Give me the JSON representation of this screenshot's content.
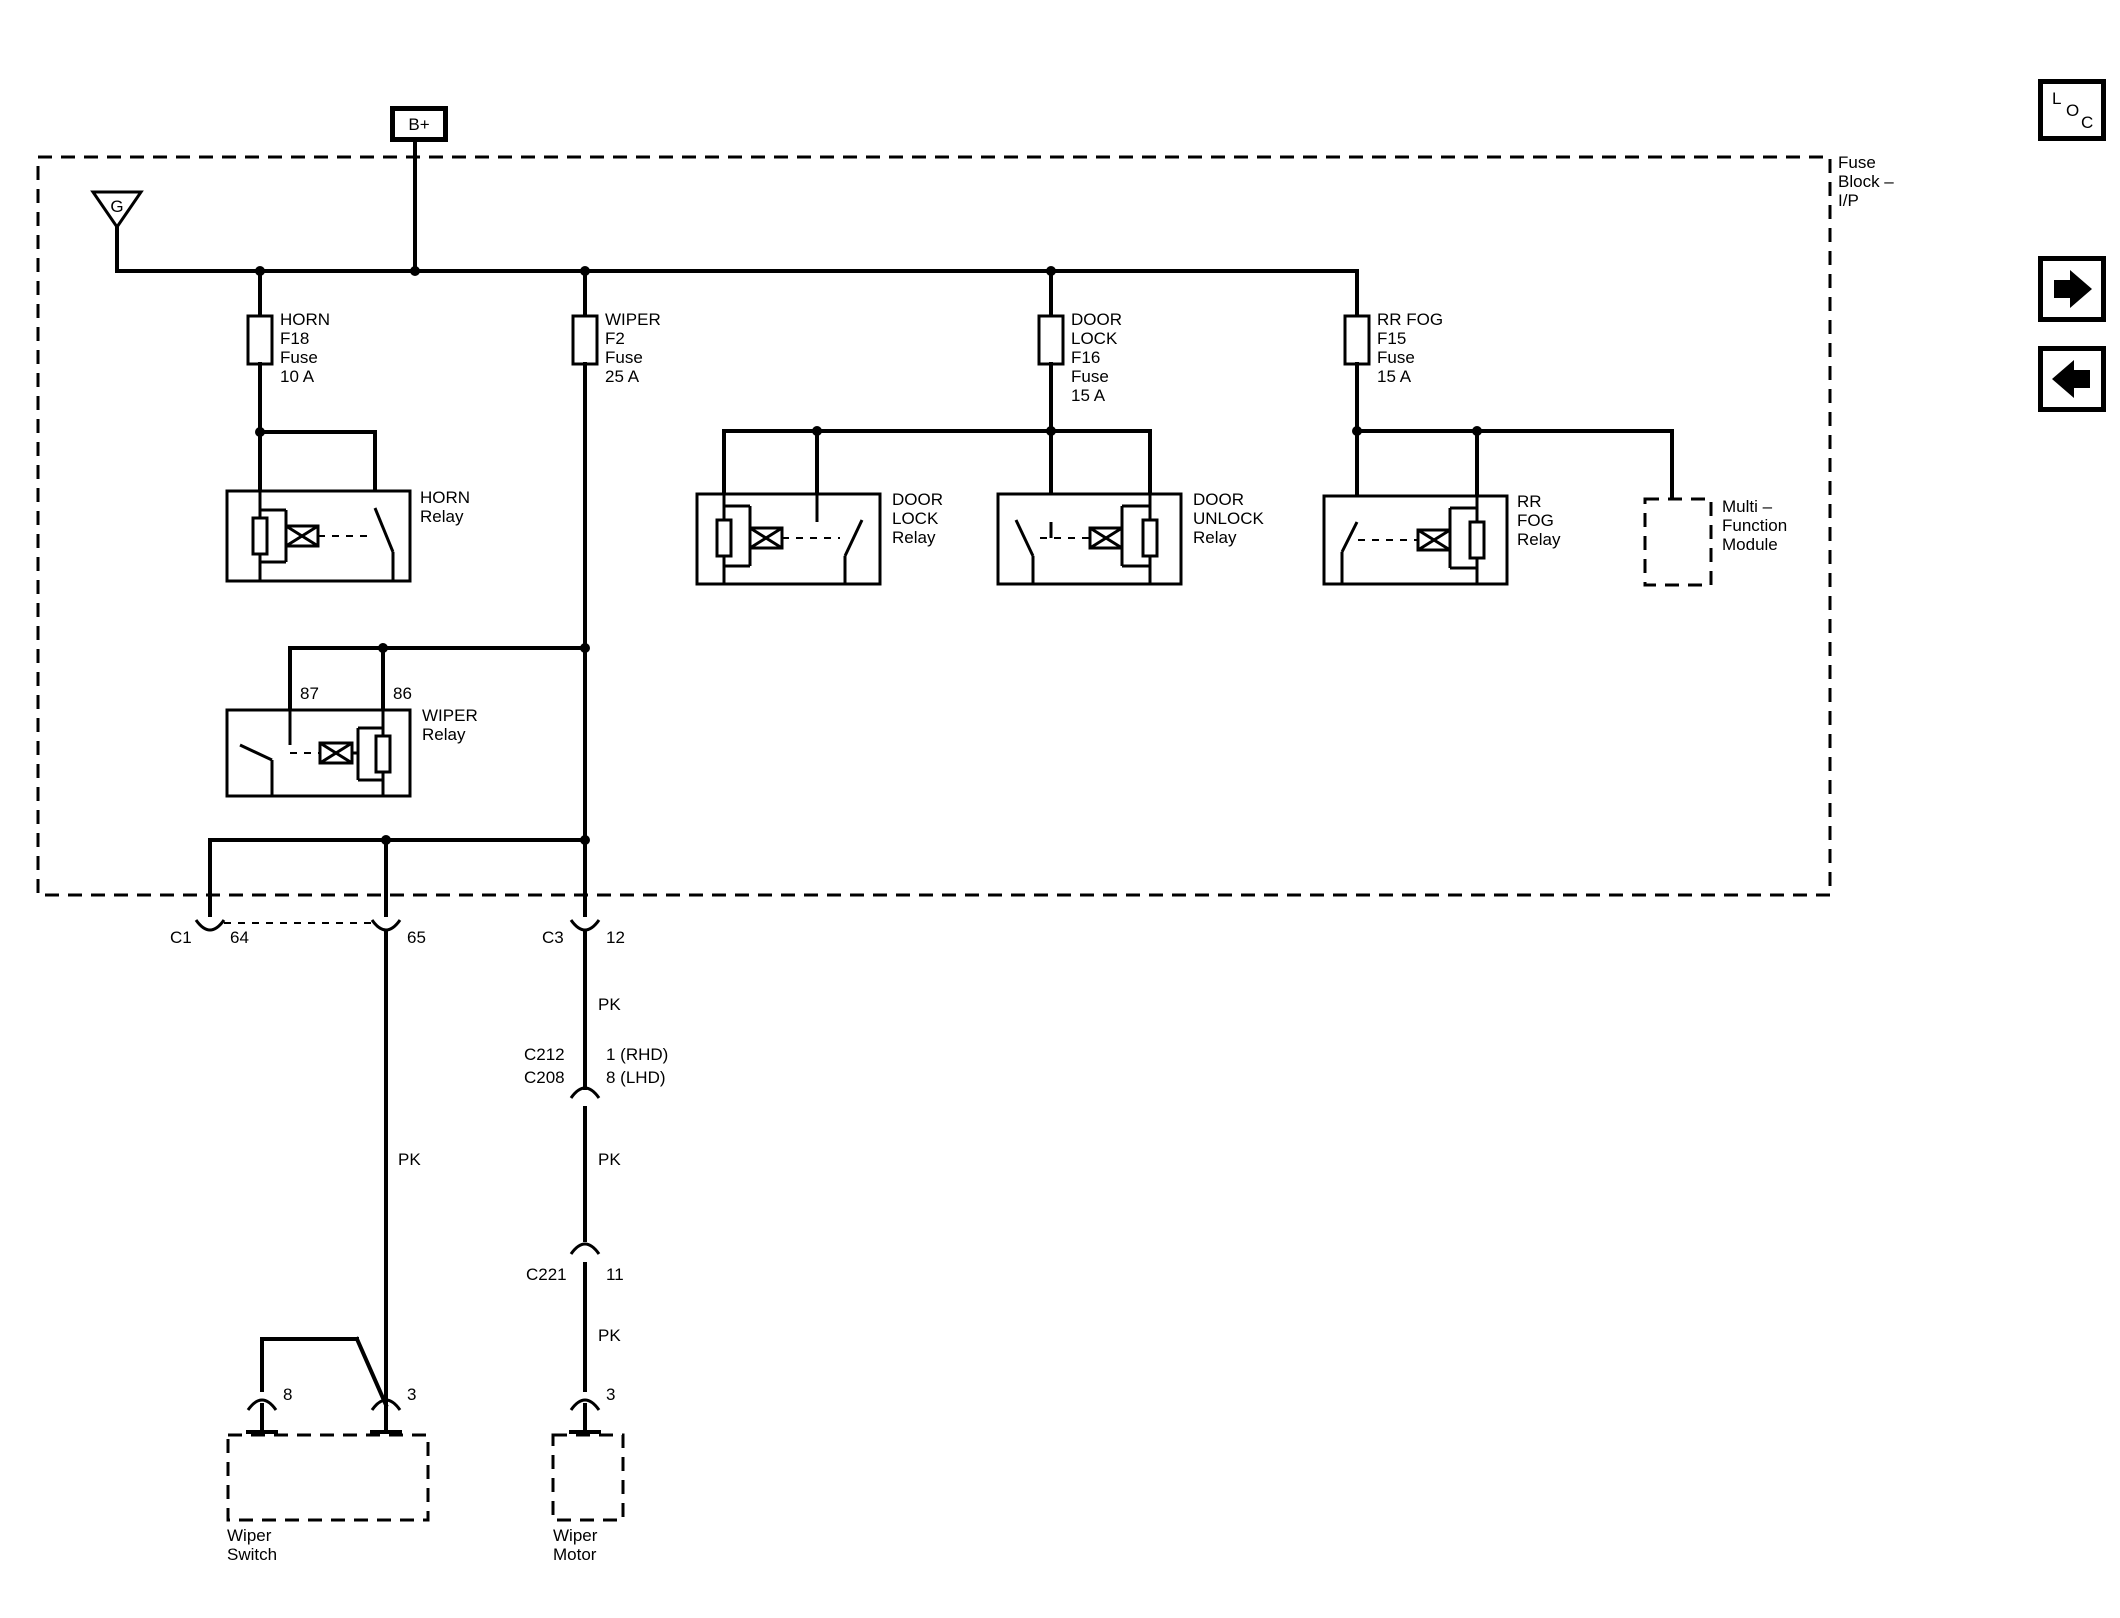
{
  "power": {
    "bplus": "B+",
    "ground": "G"
  },
  "fuse_block": {
    "line1": "Fuse",
    "line2": "Block –",
    "line3": "I/P"
  },
  "nav": {
    "loc_l": "L",
    "loc_o": "O",
    "loc_c": "C",
    "next_glyph": "➔",
    "prev_glyph": "←"
  },
  "fuses": {
    "horn": [
      "HORN",
      "F18",
      "Fuse",
      "10 A"
    ],
    "wiper": [
      "WIPER",
      "F2",
      "Fuse",
      "25 A"
    ],
    "door_lock": [
      "DOOR",
      "LOCK",
      "F16",
      "Fuse",
      "15 A"
    ],
    "rr_fog": [
      "RR FOG",
      "F15",
      "Fuse",
      "15 A"
    ]
  },
  "relays": {
    "horn": [
      "HORN",
      "Relay"
    ],
    "door_lock": [
      "DOOR",
      "LOCK",
      "Relay"
    ],
    "door_unlock": [
      "DOOR",
      "UNLOCK",
      "Relay"
    ],
    "rr_fog": [
      "RR",
      "FOG",
      "Relay"
    ],
    "wiper": [
      "WIPER",
      "Relay"
    ],
    "wiper_pins": [
      "87",
      "86"
    ]
  },
  "module": [
    "Multi –",
    "Function",
    "Module"
  ],
  "connectors": {
    "c1": "C1",
    "c1_pin_a": "64",
    "c1_pin_b": "65",
    "c3": "C3",
    "c3_pin": "12",
    "c212": "C212",
    "c208": "C208",
    "c212_pin": "1 (RHD)",
    "c208_pin": "8 (LHD)",
    "c221": "C221",
    "c221_pin": "11",
    "switch_pin_a": "8",
    "switch_pin_b": "3",
    "motor_pin": "3"
  },
  "wires": {
    "pk1": "PK",
    "pk2": "PK",
    "pk3": "PK",
    "pk4": "PK"
  },
  "components": {
    "wiper_switch": [
      "Wiper",
      "Switch"
    ],
    "wiper_motor": [
      "Wiper",
      "Motor"
    ]
  }
}
